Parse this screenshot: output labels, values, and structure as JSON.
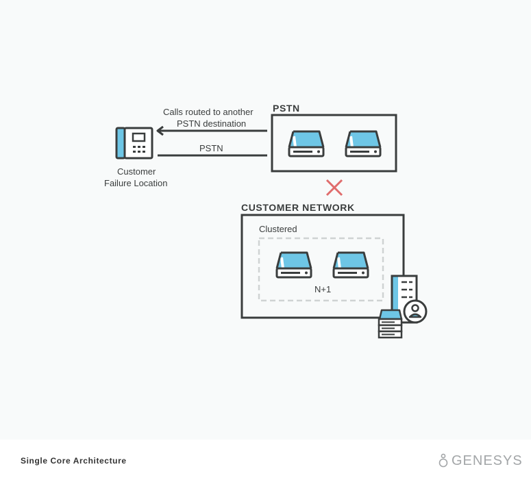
{
  "diagram": {
    "arrow_top_label_line1": "Calls routed to another",
    "arrow_top_label_line2": "PSTN destination",
    "arrow_bottom_label": "PSTN",
    "phone_label_line1": "Customer",
    "phone_label_line2": "Failure Location",
    "pstn_title": "PSTN",
    "customer_network_title": "CUSTOMER NETWORK",
    "clustered_label": "Clustered",
    "redundancy_label": "N+1",
    "failure_marker": "red-x-icon",
    "icons": [
      "phone-icon",
      "server-icon",
      "datacenter-user-icon",
      "red-x-icon"
    ],
    "colors": {
      "line": "#3a3d3d",
      "accent": "#6ec6e6",
      "failure": "#e06c6c",
      "dashed": "#cfd3d3"
    }
  },
  "footer": {
    "title": "Single Core Architecture",
    "brand": "GENESYS"
  }
}
